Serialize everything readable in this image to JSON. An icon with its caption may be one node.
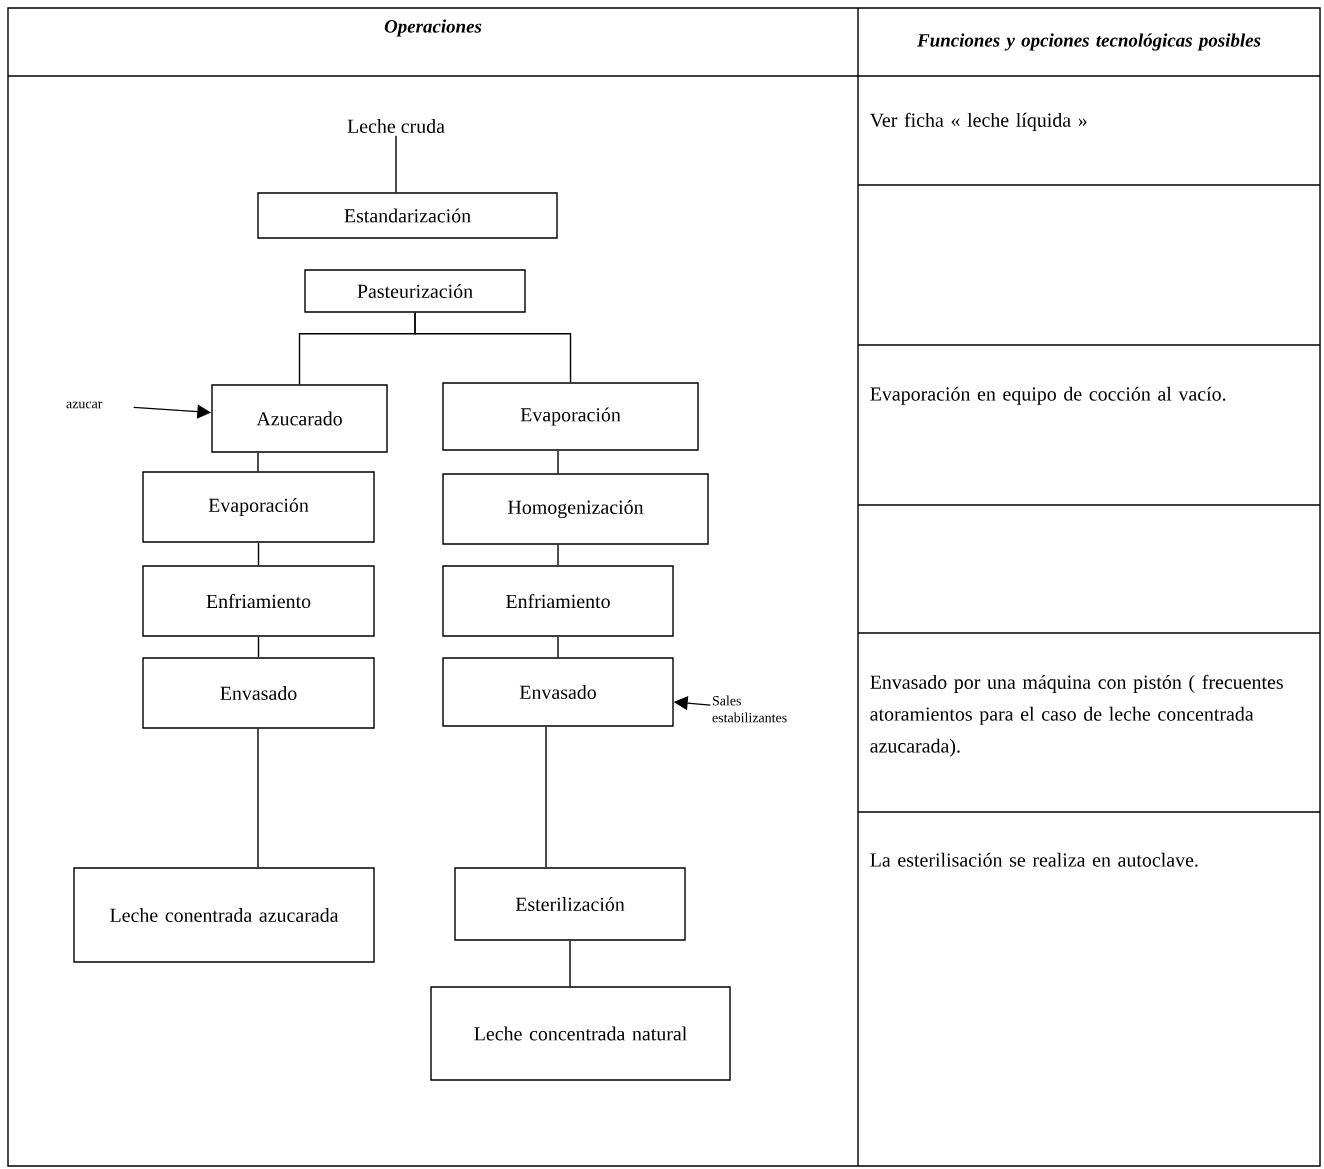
{
  "diagram": {
    "nodes": [
      {
        "text": [
          "Leche cruda"
        ]
      },
      {
        "text": [
          "Estandarización"
        ]
      },
      {
        "text": [
          "Pasteurización"
        ]
      },
      {
        "text": [
          "Azucarado"
        ]
      },
      {
        "text": [
          "Evaporación"
        ]
      },
      {
        "text": [
          "Evaporación"
        ]
      },
      {
        "text": [
          "Homogenización"
        ]
      },
      {
        "text": [
          "Enfriamiento"
        ]
      },
      {
        "text": [
          "Enfriamiento"
        ]
      },
      {
        "text": [
          "Envasado"
        ]
      },
      {
        "text": [
          "Envasado"
        ]
      },
      {
        "text": [
          "Leche conentrada azucarada"
        ]
      },
      {
        "text": [
          "Esterilización"
        ]
      },
      {
        "text": [
          "Leche concentrada natural"
        ]
      },
      {
        "text": [
          "azucar"
        ]
      },
      {
        "text": [
          "Sales estabilizantes"
        ]
      }
    ],
    "edges": [
      {
        "from": 0,
        "to": 1,
        "arrow": "none"
      },
      {
        "from": 2,
        "to": 3,
        "arrow": "none"
      },
      {
        "from": 2,
        "to": 4,
        "arrow": "none"
      },
      {
        "from": 3,
        "to": 5,
        "arrow": "none"
      },
      {
        "from": 4,
        "to": 6,
        "arrow": "none"
      },
      {
        "from": 5,
        "to": 7,
        "arrow": "none"
      },
      {
        "from": 6,
        "to": 8,
        "arrow": "none"
      },
      {
        "from": 7,
        "to": 9,
        "arrow": "none"
      },
      {
        "from": 8,
        "to": 10,
        "arrow": "none"
      },
      {
        "from": 9,
        "to": 11,
        "arrow": "none"
      },
      {
        "from": 10,
        "to": 12,
        "arrow": "none"
      },
      {
        "from": 12,
        "to": 13,
        "arrow": "none"
      },
      {
        "from": 14,
        "to": 3,
        "arrow": "to"
      },
      {
        "from": 15,
        "to": 10,
        "arrow": "to"
      }
    ],
    "labels": [
      "Operaciones",
      "Funciones y opciones tecnológicas posibles",
      "Ver ficha « leche líquida »",
      "Evaporación en equipo de cocción al vacío.",
      "Envasado por una máquina con pistón ( frecuentes atoramientos para el caso de leche concentrada azucarada).",
      "La esterilisación se realiza en autoclave."
    ]
  }
}
